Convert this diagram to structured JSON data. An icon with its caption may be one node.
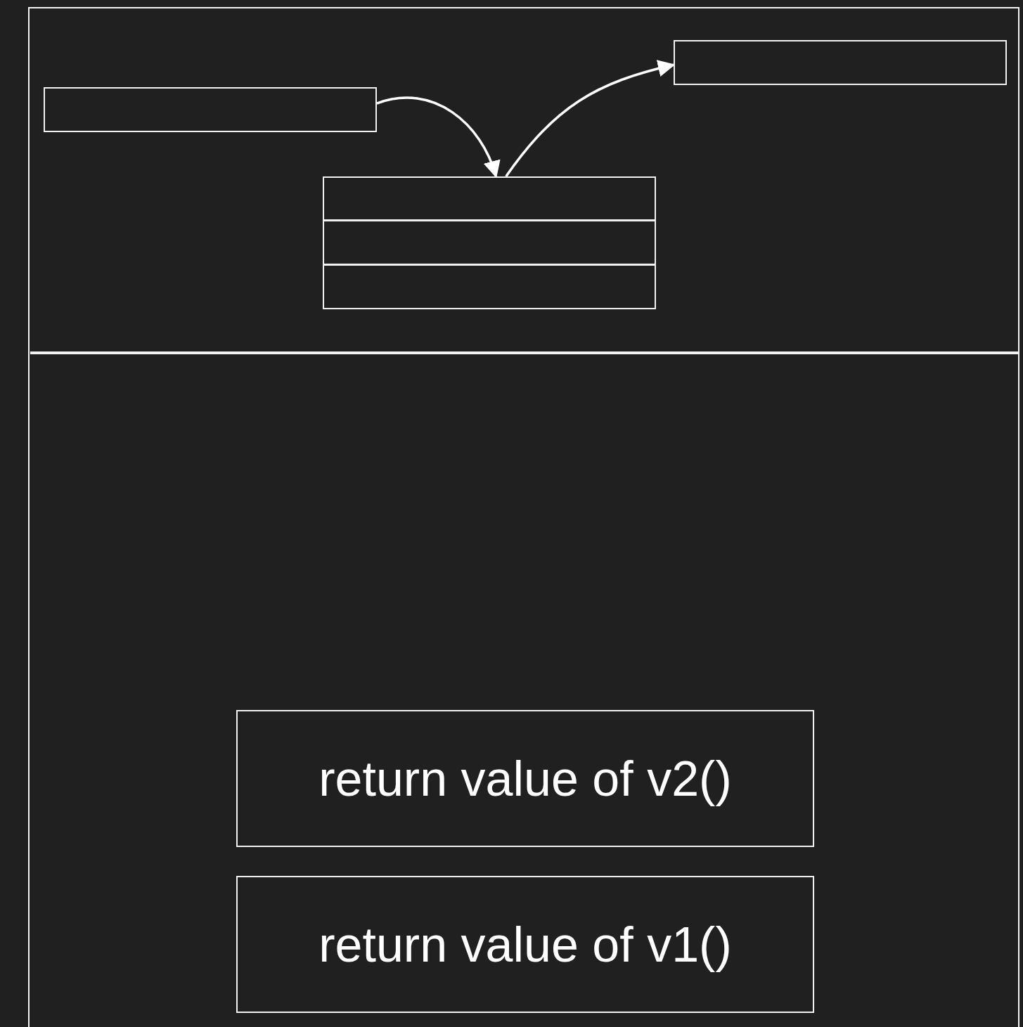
{
  "diagram": {
    "nodes": [
      {
        "text": [],
        "shape": "box"
      },
      {
        "text": [],
        "shape": "box"
      },
      {
        "text": [],
        "shape": "box"
      },
      {
        "text": [],
        "shape": "box"
      },
      {
        "text": [],
        "shape": "box"
      },
      {
        "text": [
          "return value of v2()"
        ]
      },
      {
        "text": [
          "return value of v1()"
        ]
      }
    ],
    "edges": [
      {
        "from": 1,
        "to": 2,
        "arrow": "to"
      },
      {
        "from": 2,
        "to": 0,
        "arrow": "to"
      }
    ]
  }
}
